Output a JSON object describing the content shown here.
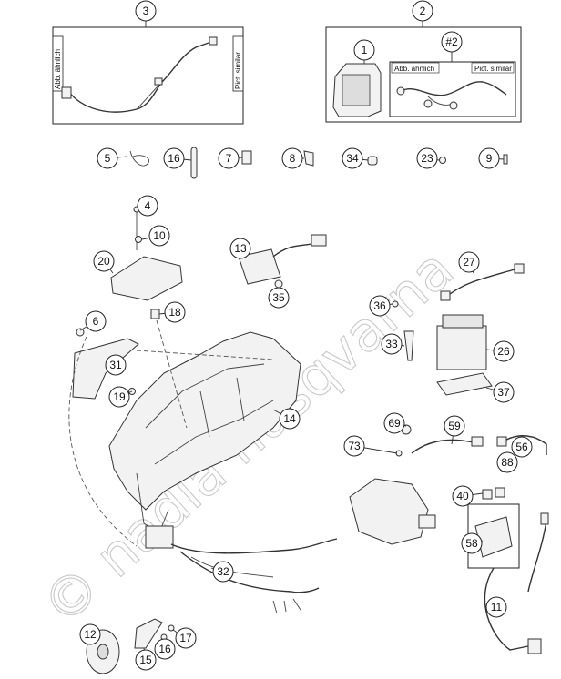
{
  "watermark": "© nadia husqvarna",
  "kit_boxes": [
    {
      "id": "box-3",
      "label_left": "Abb. ähnlich",
      "label_right": "Pict. similar"
    },
    {
      "id": "box-2-inner",
      "label_left": "Abb. ähnlich",
      "label_right": "Pict. similar",
      "callout": "#2"
    }
  ],
  "callouts": [
    "1",
    "2",
    "3",
    "4",
    "5",
    "6",
    "7",
    "8",
    "9",
    "10",
    "11",
    "12",
    "13",
    "14",
    "15",
    "16",
    "16",
    "17",
    "18",
    "19",
    "20",
    "23",
    "26",
    "27",
    "31",
    "32",
    "33",
    "34",
    "35",
    "36",
    "37",
    "40",
    "56",
    "58",
    "59",
    "69",
    "73",
    "88"
  ]
}
